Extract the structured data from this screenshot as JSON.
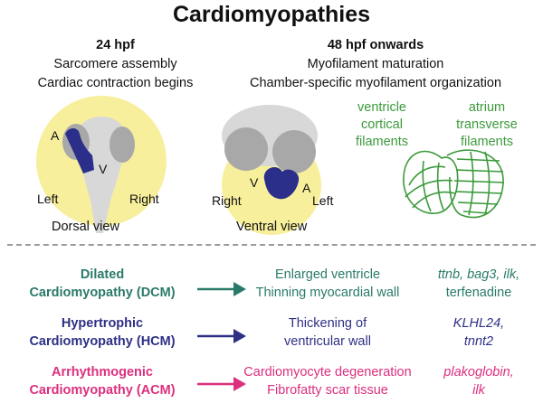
{
  "title": "Cardiomyopathies",
  "stage1": {
    "heading": "24 hpf",
    "line1": "Sarcomere assembly",
    "line2": "Cardiac contraction begins",
    "label_a": "A",
    "label_v": "V",
    "label_left": "Left",
    "label_right": "Right",
    "view": "Dorsal view"
  },
  "stage2": {
    "heading": "48 hpf onwards",
    "line1": "Myofilament maturation",
    "line2": "Chamber-specific myofilament organization",
    "label_v": "V",
    "label_a": "A",
    "label_right": "Right",
    "label_left": "Left",
    "view": "Ventral view",
    "ventricle_filaments": [
      "ventricle",
      "cortical",
      "filaments"
    ],
    "atrium_filaments": [
      "atrium",
      "transverse",
      "filaments"
    ]
  },
  "diseases": [
    {
      "name_line1": "Dilated",
      "name_line2": "Cardiomyopathy (DCM)",
      "desc_line1": "Enlarged ventricle",
      "desc_line2": "Thinning myocardial wall",
      "genes_line1": "ttnb, bag3, ilk,",
      "genes_line2": "terfenadine",
      "color": "#2a7a6a"
    },
    {
      "name_line1": "Hypertrophic",
      "name_line2": "Cardiomyopathy (HCM)",
      "desc_line1": "Thickening of",
      "desc_line2": "ventricular wall",
      "genes_line1": "KLHL24,",
      "genes_line2": "tnnt2",
      "color": "#2e3085"
    },
    {
      "name_line1": "Arrhythmogenic",
      "name_line2": "Cardiomyopathy (ACM)",
      "desc_line1": "Cardiomyocyte degeneration",
      "desc_line2": "Fibrofatty scar tissue",
      "genes_line1": "plakoglobin,",
      "genes_line2": "ilk",
      "color": "#dc2f7f"
    }
  ],
  "colors": {
    "yolk": "#f7ef9c",
    "embryo_body": "#d8d8d8",
    "eye": "#a8a8a8",
    "heart": "#2b2f8a",
    "filament_green": "#3b9a3b"
  }
}
